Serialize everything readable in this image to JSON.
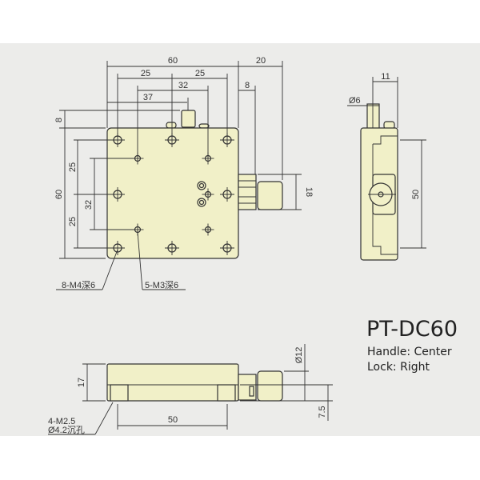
{
  "title": "PT-DC60",
  "handle": "Handle: Center",
  "lock": "Lock: Right",
  "colors": {
    "background": "#ececea",
    "body": "#f1f0c8",
    "line": "#333333"
  },
  "top_view": {
    "dims": {
      "width": "60",
      "handle": "20",
      "m4_pitch_a": "25",
      "m4_pitch_b": "25",
      "m3_pitch": "32",
      "stud_offset": "37",
      "handle_offset": "8",
      "height": "60",
      "stud_height": "8",
      "left_25a": "25",
      "left_25b": "25",
      "left_32": "32",
      "knob_dia": "18"
    },
    "callouts": {
      "m4": "8-M4深6",
      "m3": "5-M3深6"
    }
  },
  "side_view": {
    "dims": {
      "width": "11",
      "stud_dia": "Ø6",
      "pitch": "50"
    }
  },
  "front_view": {
    "dims": {
      "height": "17",
      "pitch": "50",
      "knob_dia": "Ø12",
      "axis_height": "7.5"
    },
    "callout_line1": "4-M2.5",
    "callout_line2": "Ø4.2沉孔"
  }
}
